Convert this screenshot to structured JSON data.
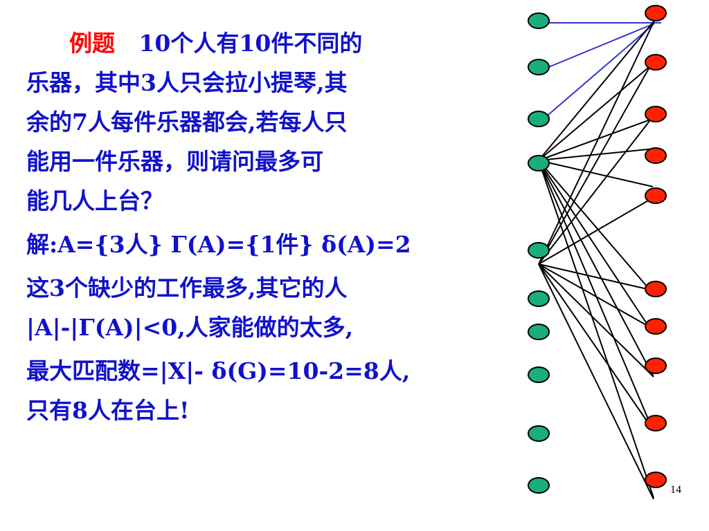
{
  "problem": {
    "label": "例题",
    "lines": [
      "10个人有10件不同的",
      "乐器，其中3人只会拉小提琴,其",
      "余的7人每件乐器都会,若每人只",
      "能用一件乐器，则请问最多可",
      "能几人上台？"
    ]
  },
  "solution": {
    "lines": [
      "解:A={3人} Γ(A)={1件} δ(A)=2",
      "这3个缺少的工作最多,其它的人",
      "|A|-|Γ(A)|<0,人家能做的太多,",
      "最大匹配数=|X|- δ(G)=10-2=8人,",
      "只有8人在台上!"
    ]
  },
  "page_number": "14",
  "colors": {
    "text": "#1111cc",
    "label": "#ff0000",
    "left_node": "#1aae7e",
    "right_node": "#ff2200",
    "blue_edge": "#3333cc",
    "black_edge": "#000000"
  }
}
